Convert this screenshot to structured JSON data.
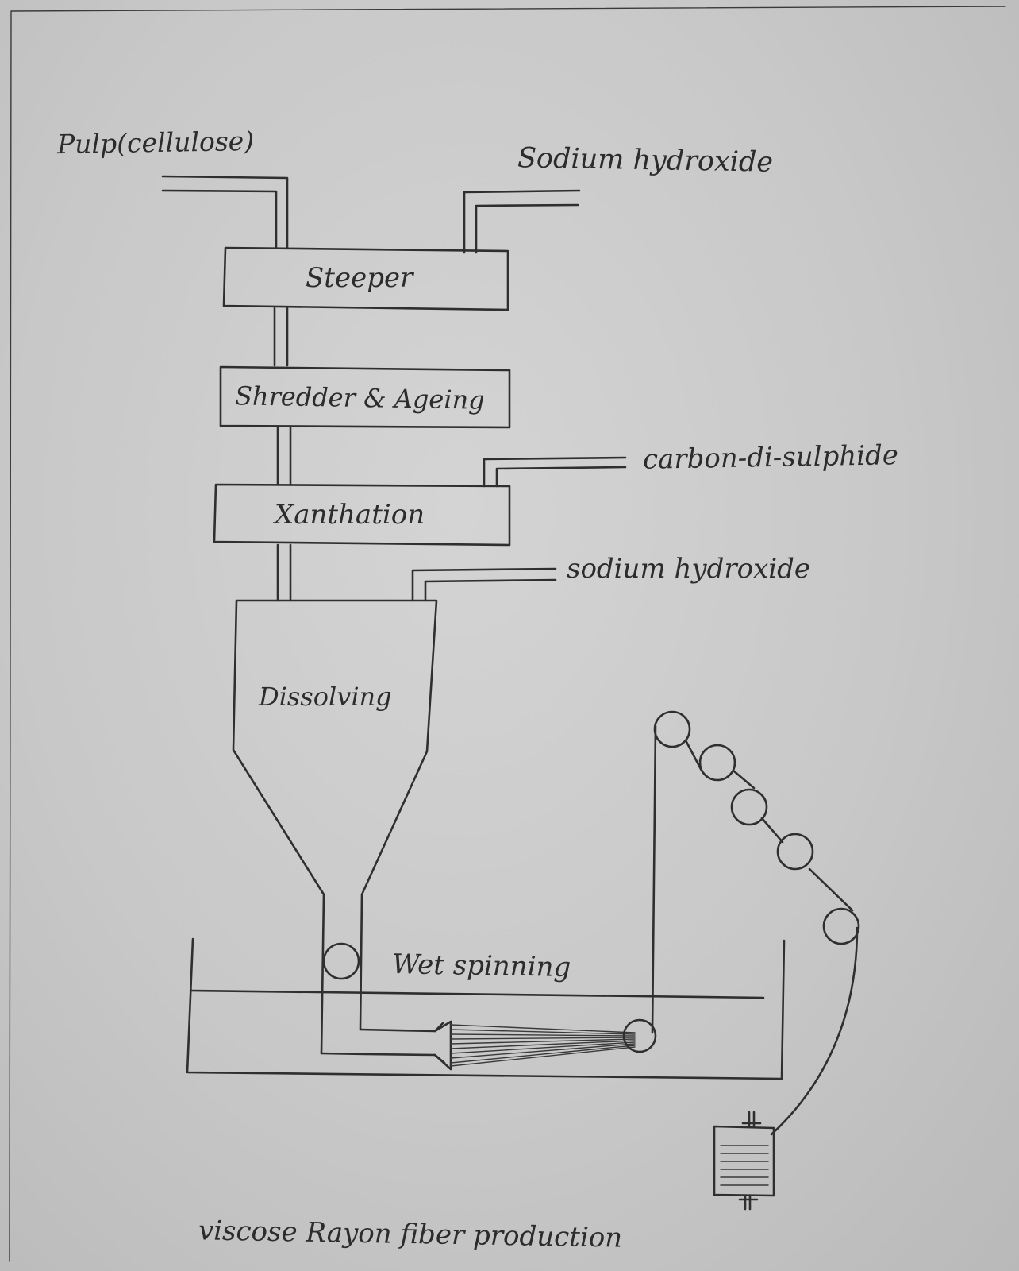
{
  "labels": {
    "pulp": "Pulp(cellulose)",
    "sodium_hydroxide_top": "Sodium hydroxide",
    "steeper": "Steeper",
    "shredder": "Shredder & Ageing",
    "carbon_disulphide": "carbon-di-sulphide",
    "xanthation": "Xanthation",
    "sodium_hydroxide_mid": "sodium hydroxide",
    "dissolving": "Dissolving",
    "wet_spinning": "Wet spinning",
    "caption": "viscose Rayon fiber production"
  },
  "colors": {
    "ink": "#2f2f2f",
    "paper": "#cdcdcd"
  }
}
